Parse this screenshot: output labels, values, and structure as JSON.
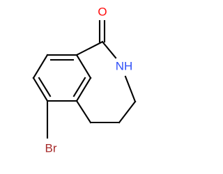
{
  "structure": {
    "atoms": [
      {
        "id": "O1",
        "symbol": "O",
        "color": "#ff0d0d"
      },
      {
        "id": "N1",
        "symbol": "NH",
        "color": "#3050f8"
      },
      {
        "id": "Br1",
        "symbol": "Br",
        "color": "#a62929"
      }
    ],
    "bond_color": "#000000",
    "background": "#ffffff"
  }
}
